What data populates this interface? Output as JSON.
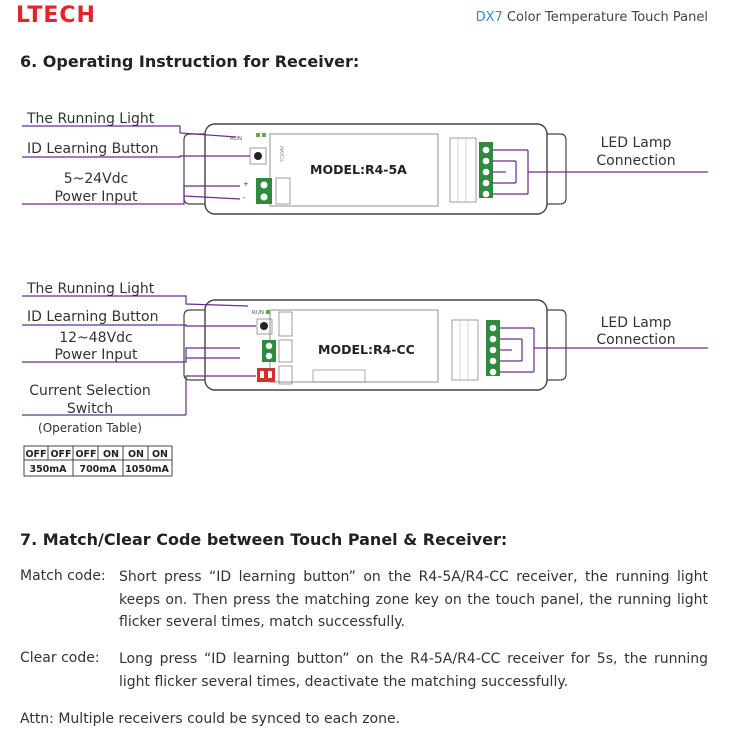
{
  "header": {
    "logo": "LTECH",
    "model": "DX7",
    "title": " Color Temperature Touch Panel",
    "brand_color": "#e3242b",
    "model_color": "#2f8fd0"
  },
  "section6": {
    "heading": "6. Operating Instruction for Receiver:",
    "receiver1": {
      "running_light": "The Running Light",
      "id_button": "ID Learning Button",
      "voltage": "5~24Vdc",
      "power_input": "Power Input",
      "model_label": "MODEL:R4-5A",
      "led_lamp": "LED Lamp",
      "connection": "Connection"
    },
    "receiver2": {
      "running_light": "The Running Light",
      "id_button": "ID Learning Button",
      "voltage": "12~48Vdc",
      "power_input": "Power Input",
      "current_selection": "Current Selection",
      "switch": "Switch",
      "operation_table": "(Operation Table)",
      "model_label": "MODEL:R4-CC",
      "led_lamp": "LED Lamp",
      "connection": "Connection",
      "table": {
        "row1": [
          "OFF",
          "OFF",
          "OFF",
          "ON",
          "ON",
          "ON"
        ],
        "row2": [
          "350mA",
          "700mA",
          "1050mA"
        ]
      }
    }
  },
  "section7": {
    "heading": "7. Match/Clear Code between Touch Panel & Receiver:",
    "match_label": "Match code:",
    "match_text": "Short press “ID learning button” on the R4-5A/R4-CC receiver, the running light keeps on. Then press the matching zone key on the touch panel, the running light flicker several times, match successfully.",
    "clear_label": "Clear code:",
    "clear_text": "Long press “ID learning button” on the R4-5A/R4-CC receiver for 5s, the running light flicker several times, deactivate the matching successfully.",
    "attn": "Attn: Multiple receivers could be synced to each zone."
  }
}
